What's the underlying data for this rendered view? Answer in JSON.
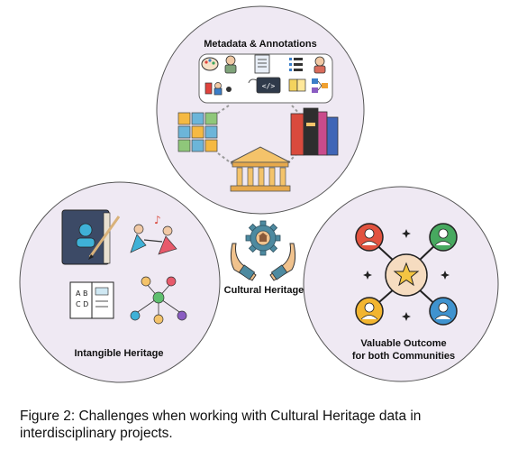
{
  "diagram": {
    "top_circle": {
      "title": "Metadata & Annotations"
    },
    "left_circle": {
      "title": "Intangible Heritage"
    },
    "right_circle": {
      "title_line1": "Valuable Outcome",
      "title_line2": "for both Communities"
    },
    "center": {
      "label": "Cultural Heritage"
    }
  },
  "caption": "Figure 2: Challenges when working with Cultural Heritage data in interdisciplinary projects.",
  "colors": {
    "circle_fill": "#efe9f3",
    "circle_stroke": "#555555",
    "museum_gold": "#f4c36a",
    "teal": "#4d8aa0"
  }
}
